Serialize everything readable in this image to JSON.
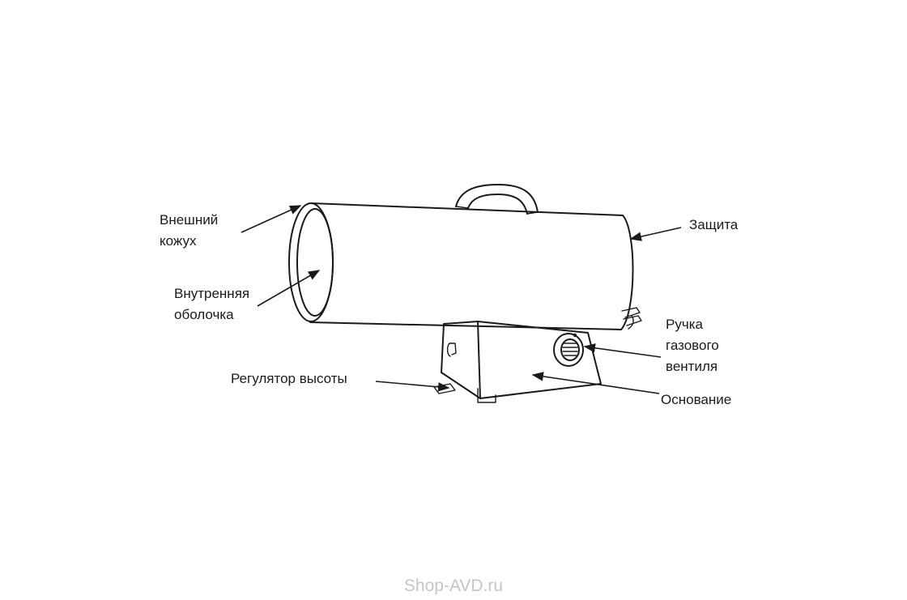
{
  "labels": {
    "outer_casing_line1": "Внешний",
    "outer_casing_line2": "кожух",
    "inner_shell_line1": "Внутренняя",
    "inner_shell_line2": "оболочка",
    "guard": "Защита",
    "gas_valve_knob_line1": "Ручка",
    "gas_valve_knob_line2": "газового",
    "gas_valve_knob_line3": "вентиля",
    "height_adjuster": "Регулятор высоты",
    "base": "Основание"
  },
  "watermark": "Shop-AVD.ru",
  "colors": {
    "ink": "#1a1a1a",
    "watermark": "#c4c4c4",
    "background": "#ffffff"
  }
}
